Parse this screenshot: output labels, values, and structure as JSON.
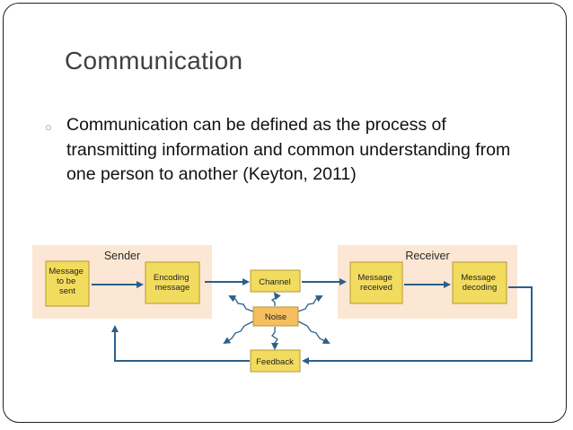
{
  "slide": {
    "title": "Communication",
    "bullet_text": "Communication can be defined as the process of transmitting information and common understanding from one person to another (Keyton, 2011)"
  },
  "diagram": {
    "sender_label": "Sender",
    "receiver_label": "Receiver",
    "nodes": {
      "message_to_be_sent": [
        "Message",
        "to be",
        "sent"
      ],
      "encoding_message": [
        "Encoding",
        "message"
      ],
      "channel": [
        "Channel"
      ],
      "noise": [
        "Noise"
      ],
      "feedback": [
        "Feedback"
      ],
      "message_received": [
        "Message",
        "received"
      ],
      "message_decoding": [
        "Message",
        "decoding"
      ]
    },
    "colors": {
      "panel": "#fbe7d4",
      "box": "#f2dc5f",
      "box_border": "#b49a2c",
      "noise": "#f4bf5e",
      "arrow": "#2c5f8a"
    }
  }
}
